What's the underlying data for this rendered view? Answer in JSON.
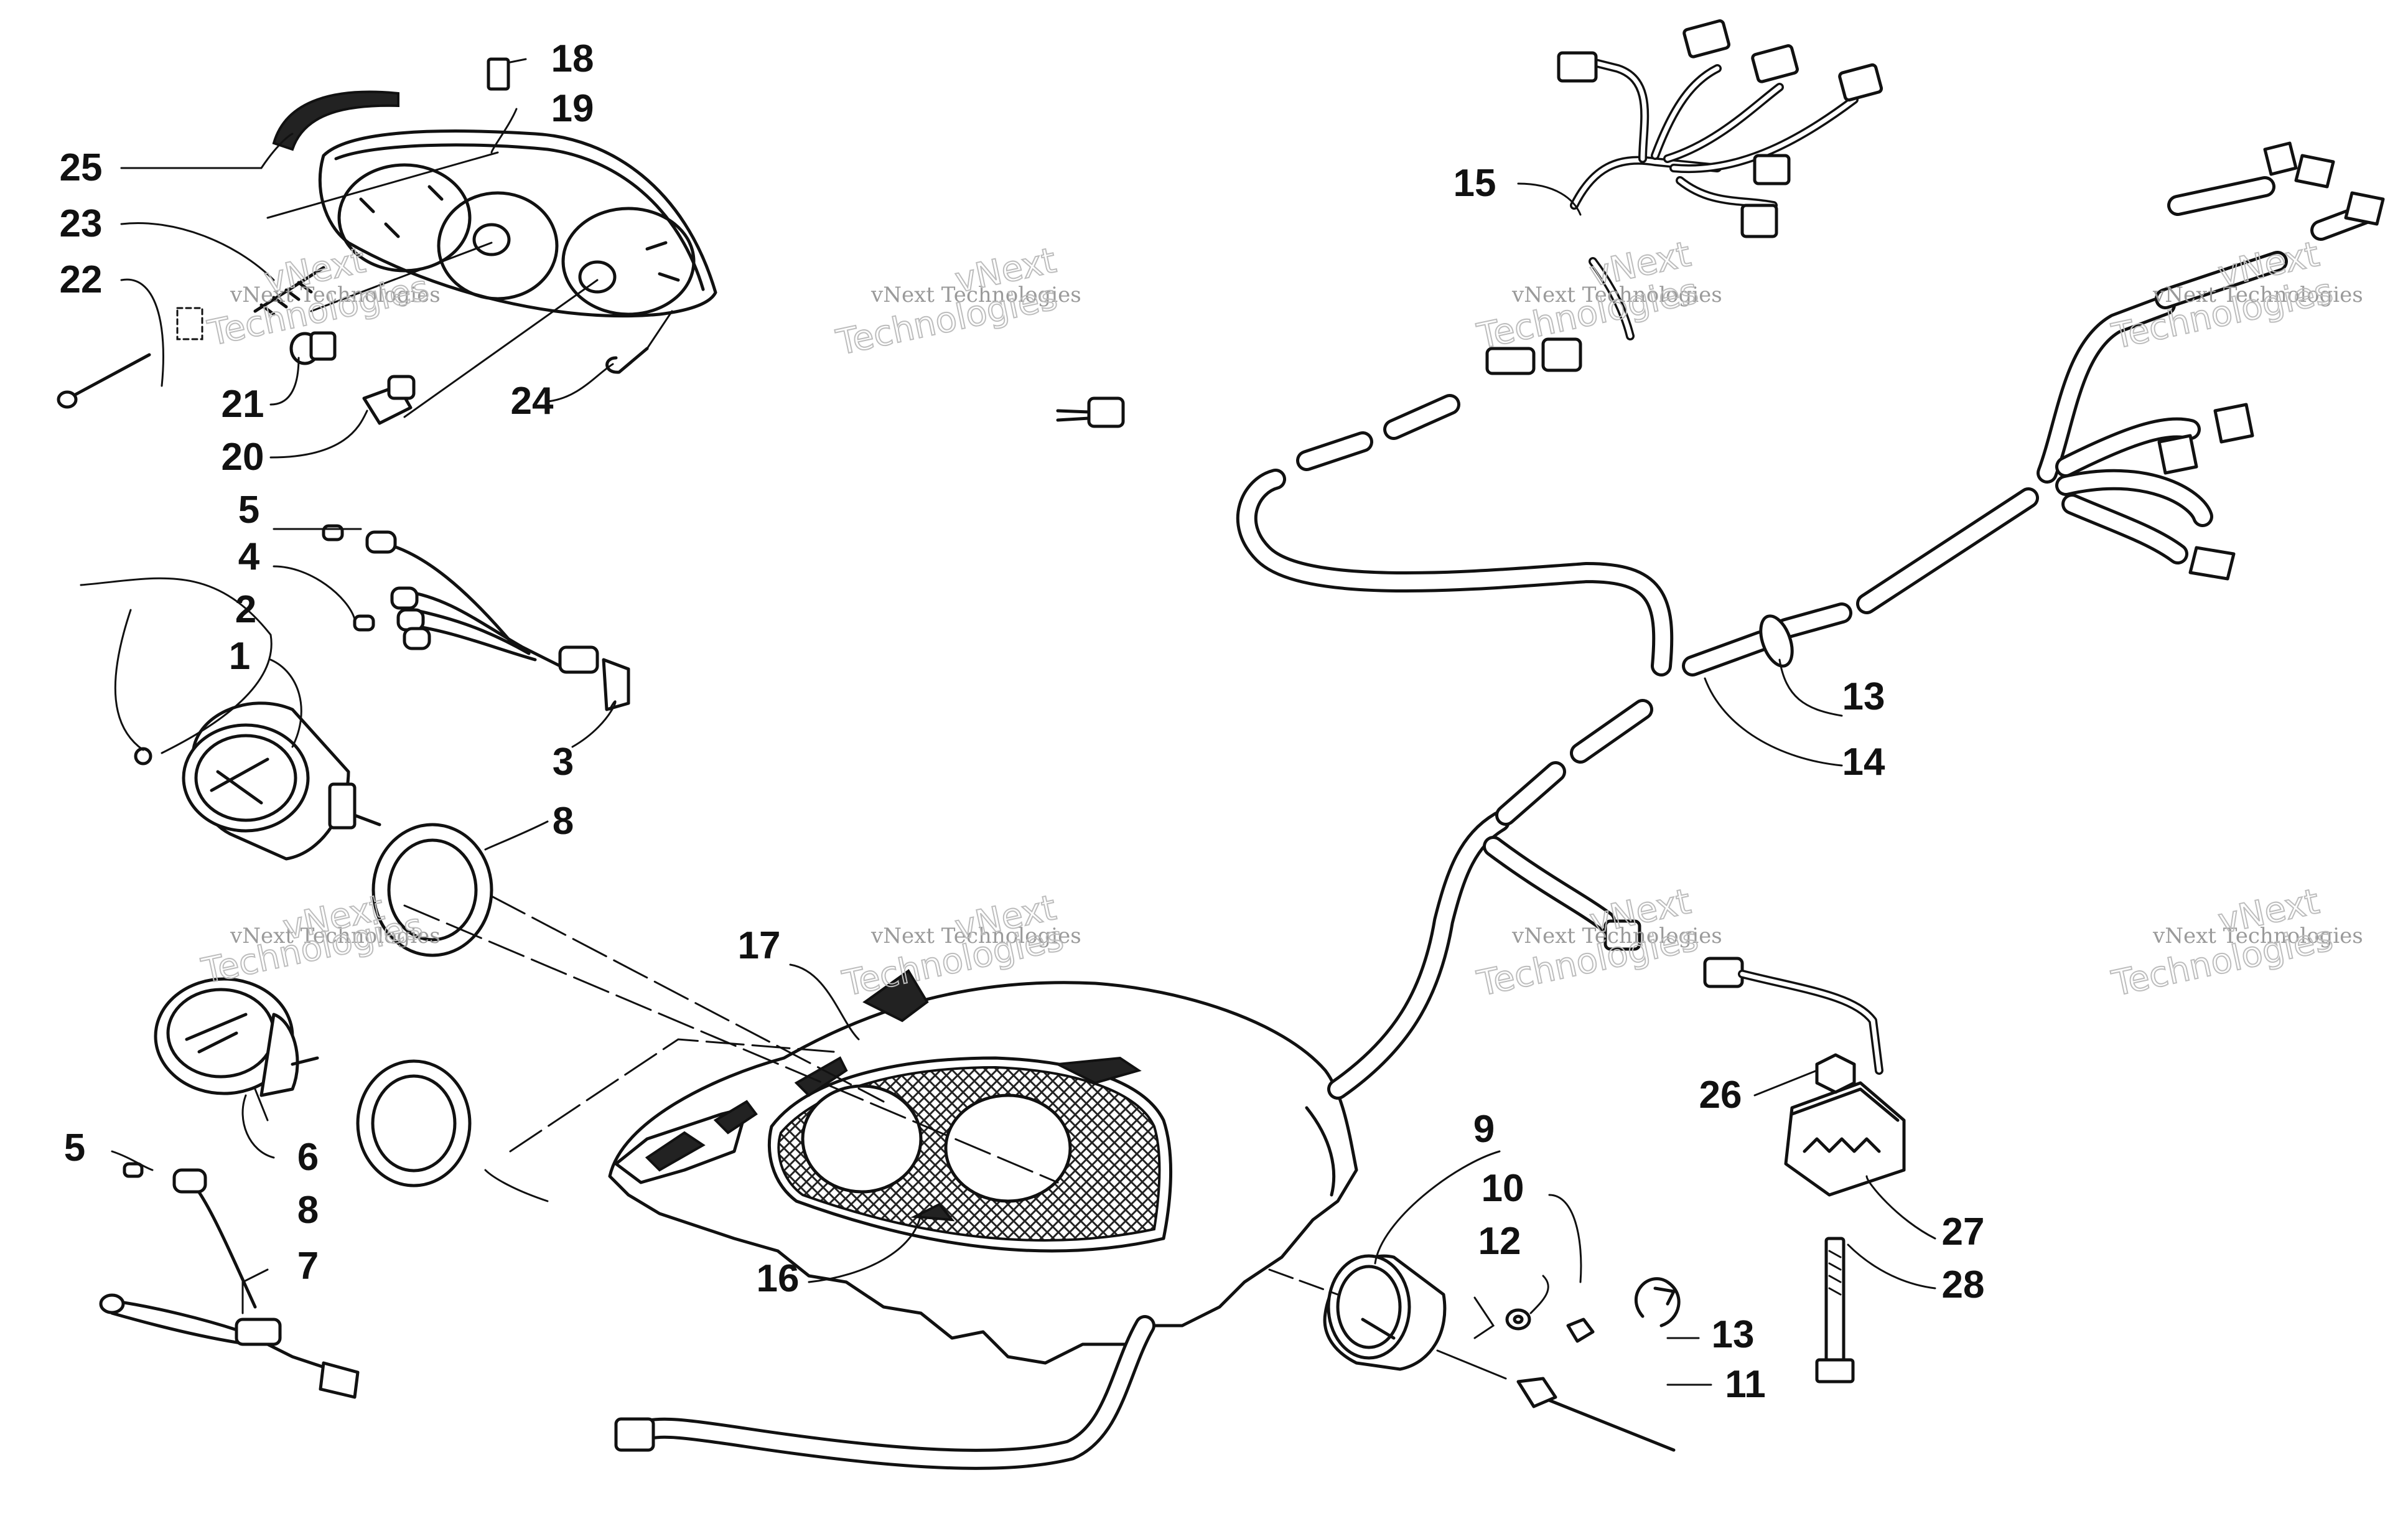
{
  "diagram": {
    "watermarks": {
      "small": "vNext Technologies",
      "large_line1": "vNext",
      "large_line2": "Technologies"
    },
    "part_labels": [
      "1",
      "2",
      "3",
      "4",
      "5",
      "5",
      "6",
      "7",
      "8",
      "8",
      "9",
      "10",
      "11",
      "12",
      "13",
      "13",
      "14",
      "15",
      "16",
      "17",
      "18",
      "19",
      "20",
      "21",
      "22",
      "23",
      "24",
      "25",
      "26",
      "27",
      "28"
    ]
  }
}
